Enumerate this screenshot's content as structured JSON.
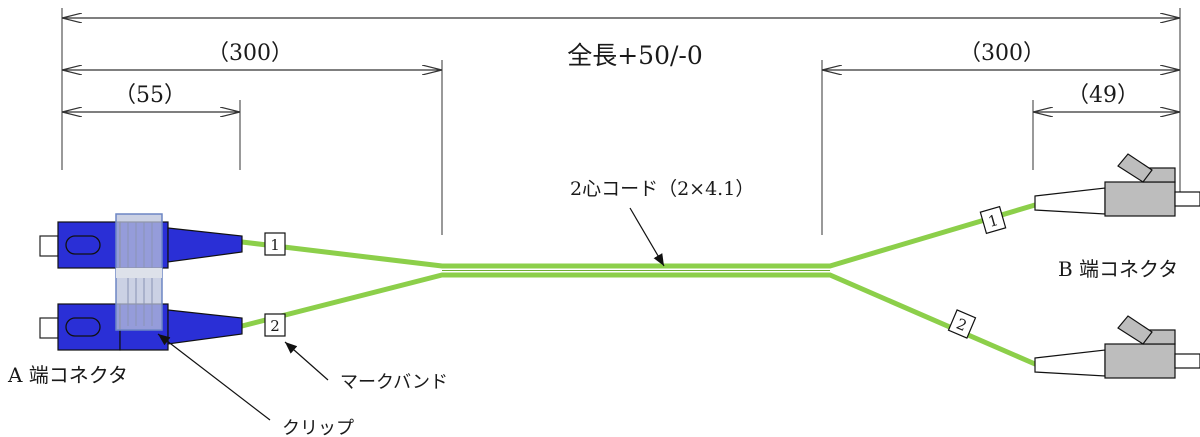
{
  "dimensions": {
    "total": "全長+50/-0",
    "left_breakout": "（300）",
    "left_connector": "（55）",
    "right_breakout": "（300）",
    "right_connector": "（49）"
  },
  "cord_label": "2心コード（2×4.1）",
  "mark_bands": {
    "a_top": "1",
    "a_bottom": "2",
    "b_top": "1",
    "b_bottom": "2"
  },
  "labels": {
    "a_connector": "A 端コネクタ",
    "b_connector": "B 端コネクタ",
    "mark_band": "マークバンド",
    "clip": "クリップ"
  },
  "colors": {
    "cord": "#8ccf4a",
    "sc_connector": "#2a2fd6",
    "clip": "#9aa7c8",
    "lc_connector": "#bdbdbd"
  }
}
